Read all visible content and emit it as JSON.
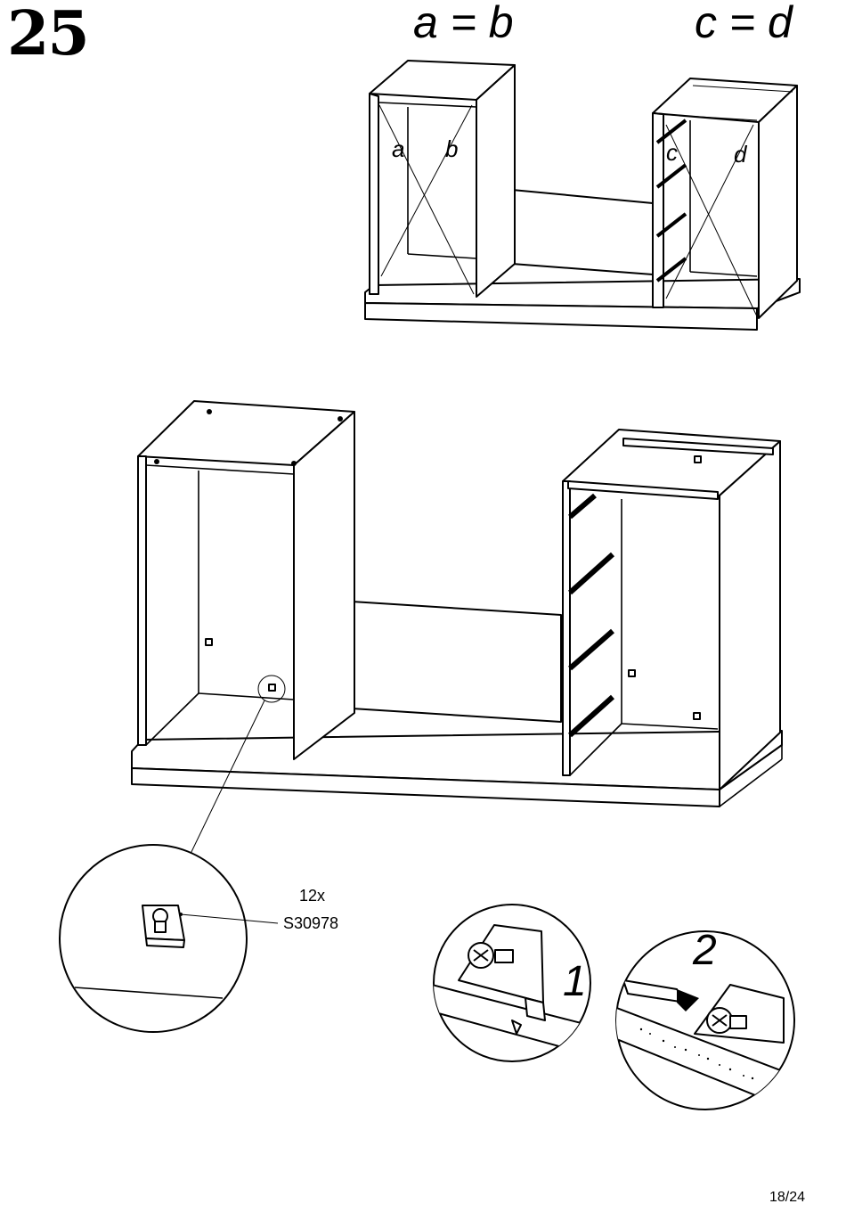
{
  "step": {
    "number": "25"
  },
  "equations": {
    "ab": "a = b",
    "cd": "c = d"
  },
  "diagonals": {
    "a": "a",
    "b": "b",
    "c": "c",
    "d": "d"
  },
  "part": {
    "quantity": "12x",
    "code": "S30978"
  },
  "substeps": {
    "one": "1",
    "two": "2"
  },
  "page": {
    "number": "18/24"
  }
}
